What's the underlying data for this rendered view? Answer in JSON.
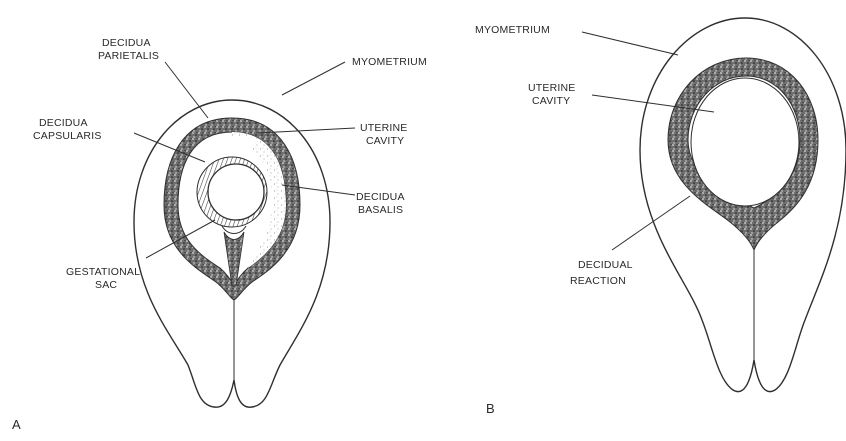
{
  "diagram_a": {
    "panel_label": "A",
    "labels": {
      "decidua_parietalis": [
        "DECIDUA",
        "PARIETALIS"
      ],
      "myometrium": "MYOMETRIUM",
      "decidua_capsularis": [
        "DECIDUA",
        "CAPSULARIS"
      ],
      "uterine_cavity": [
        "UTERINE",
        "CAVITY"
      ],
      "decidua_basalis": [
        "DECIDUA",
        "BASALIS"
      ],
      "gestational_sac": [
        "GESTATIONAL",
        "SAC"
      ]
    }
  },
  "diagram_b": {
    "panel_label": "B",
    "labels": {
      "myometrium": "MYOMETRIUM",
      "uterine_cavity": [
        "UTERINE",
        "CAVITY"
      ],
      "decidual_reaction": [
        "DECIDUAL",
        "REACTION"
      ]
    }
  }
}
